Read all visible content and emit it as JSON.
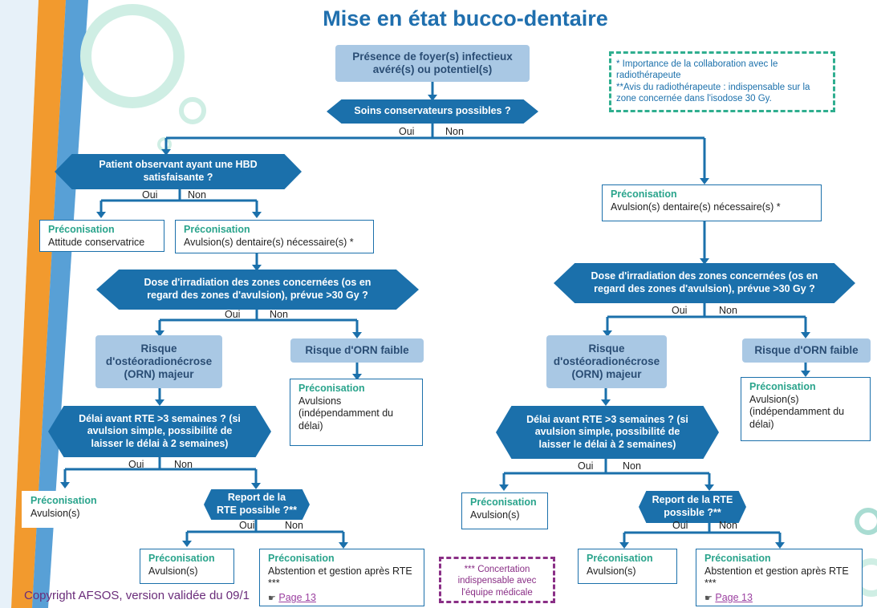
{
  "title": "Mise en état bucco-dentaire",
  "start_box": "Présence de foyer(s) infectieux avéré(s) ou potentiel(s)",
  "decision_soins": "Soins conservateurs possibles ?",
  "oui": "Oui",
  "non": "Non",
  "decision_patient": "Patient observant ayant une HBD satisfaisante ?",
  "preco_label": "Préconisation",
  "preco_conservatrice": "Attitude conservatrice",
  "preco_avulsions_necessaires": "Avulsion(s) dentaire(s) nécessaire(s) *",
  "decision_dose": "Dose d'irradiation des zones concernées (os en regard des zones d'avulsion), prévue >30 Gy ?",
  "risque_majeur": "Risque d'ostéoradionécrose (ORN) majeur",
  "risque_faible": "Risque d'ORN faible",
  "left_avulsions_indep": "Avulsions (indépendamment du délai)",
  "right_avulsions_indep": "Avulsion(s) (indépendamment du délai)",
  "decision_delai": "Délai avant RTE >3 semaines ? (si avulsion simple, possibilité de laisser le délai à 2 semaines)",
  "preco_avulsion": "Avulsion(s)",
  "decision_report": "Report de la RTE possible ?**",
  "preco_abstention": "Abstention et gestion après RTE ***",
  "page_link": "Page 13",
  "note_collab_line1": "* Importance de la collaboration avec le radiothérapeute",
  "note_collab_line2": "**Avis du radiothérapeute : indispensable sur la zone concernée dans l'isodose 30 Gy.",
  "note_concertation": "*** Concertation indispensable avec l'équipe médicale",
  "copyright": "Copyright AFSOS, version validée du 09/1",
  "colors": {
    "title": "#1f6fae",
    "hexagon": "#1b70ab",
    "lightbox": "#a9c8e4",
    "preco_heading": "#2aa48c",
    "note_border": "#2fae8f",
    "note3_border": "#8a2f86",
    "orange_band": "#f29a2e",
    "link": "#9b3fa0"
  },
  "icons": {
    "link_icon": "hand-pointing-icon"
  }
}
